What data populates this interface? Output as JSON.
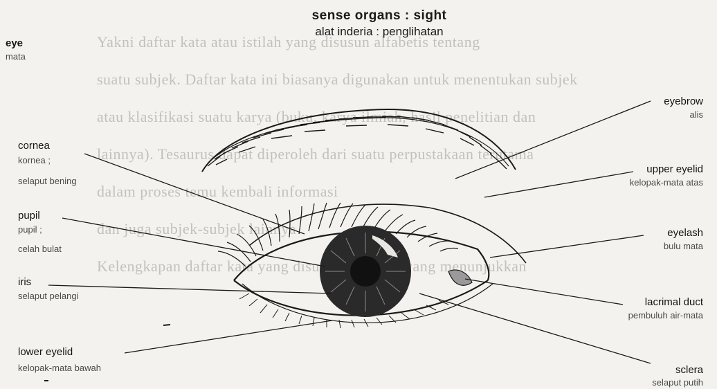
{
  "background_text": [
    "Yakni daftar kata atau istilah yang disusun alfabetis tentang",
    "suatu subjek. Daftar kata ini biasanya digunakan untuk menentukan subjek",
    "atau klasifikasi suatu karya (buku, karya ilmiah, hasil penelitian dan",
    "lainnya). Tesaurus dapat diperoleh dari suatu perpustakaan terutama",
    "dalam proses temu kembali informasi",
    "dan juga subjek-subjek lainnya",
    "Kelengkapan daftar kata yang disusun alfabetis yang menunjukkan"
  ],
  "title": "sense organs : sight",
  "subtitle": "alat inderia : penglihatan",
  "labels": {
    "eye": {
      "en": "eye",
      "id": "mata"
    },
    "cornea": {
      "en": "cornea",
      "id1": "kornea ;",
      "id2": "selaput bening"
    },
    "pupil": {
      "en": "pupil",
      "id1": "pupil ;",
      "id2": "celah bulat"
    },
    "iris": {
      "en": "iris",
      "id": "selaput pelangi"
    },
    "lower_eyelid": {
      "en": "lower eyelid",
      "id": "kelopak-mata bawah"
    },
    "eyebrow": {
      "en": "eyebrow",
      "id": "alis"
    },
    "upper_eyelid": {
      "en": "upper eyelid",
      "id": "kelopak-mata atas"
    },
    "eyelash": {
      "en": "eyelash",
      "id": "bulu mata"
    },
    "lacrimal_duct": {
      "en": "lacrimal duct",
      "id": "pembuluh air-mata"
    },
    "sclera": {
      "en": "sclera",
      "id": "selaput putih"
    }
  }
}
